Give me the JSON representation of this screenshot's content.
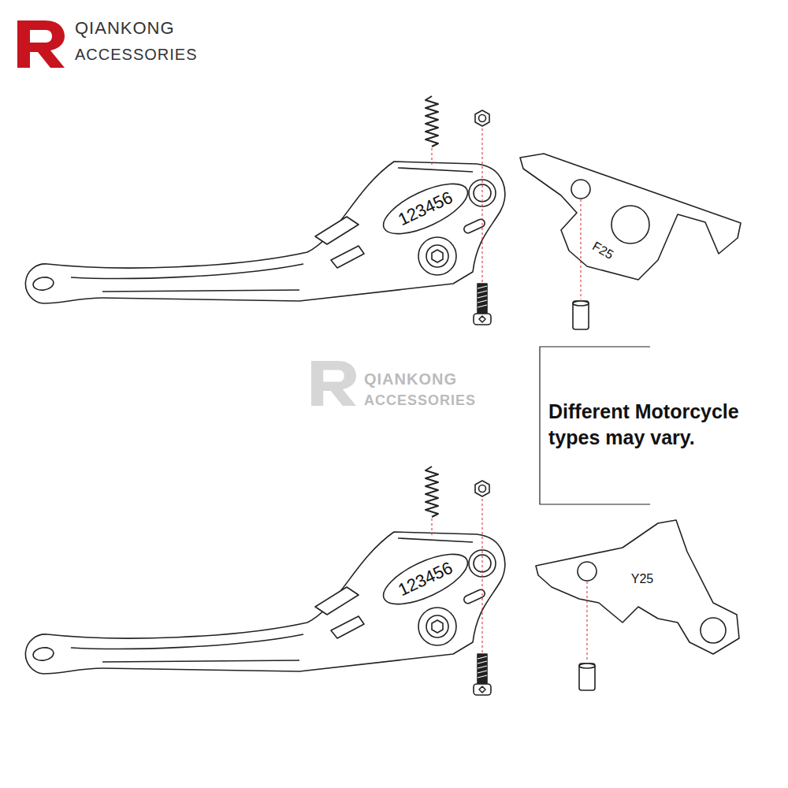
{
  "diagram": {
    "nodes": [
      {
        "text": [
          "Different Motorcycle types may vary."
        ]
      }
    ],
    "labels": [
      "QIANKONG",
      "ACCESSORIES",
      "123456",
      "F25",
      "QIANKONG",
      "ACCESSORIES",
      "123456",
      "Y25"
    ]
  }
}
